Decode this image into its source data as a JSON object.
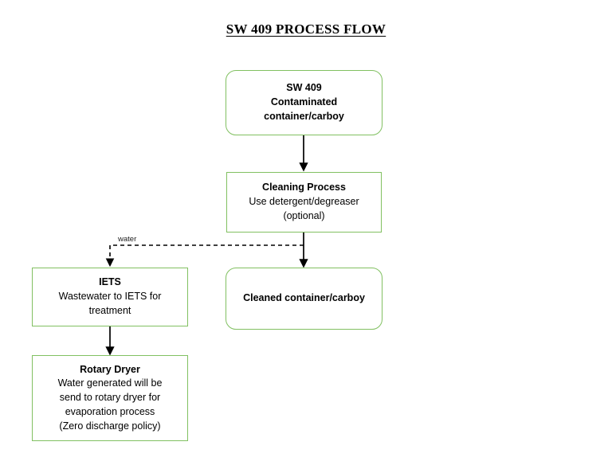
{
  "document": {
    "title": "SW 409 PROCESS FLOW"
  },
  "theme": {
    "box_border_color": "#81c061",
    "box_fill_color": "#ffffff",
    "connector_color": "#000000",
    "page_background": "#ffffff"
  },
  "diagram": {
    "type": "flowchart",
    "nodes": [
      {
        "id": "sw409",
        "shape": "rounded-rectangle",
        "heading": "SW 409",
        "lines": [
          "Contaminated",
          "container/carboy"
        ],
        "bold_all": true
      },
      {
        "id": "cleaning",
        "shape": "rectangle",
        "heading": "Cleaning Process",
        "lines": [
          "Use detergent/degreaser",
          "(optional)"
        ],
        "bold_all": false
      },
      {
        "id": "cleaned",
        "shape": "rounded-rectangle",
        "heading": "Cleaned container/carboy",
        "lines": [],
        "bold_all": true
      },
      {
        "id": "iets",
        "shape": "rectangle",
        "heading": "IETS",
        "lines": [
          "Wastewater to IETS for",
          "treatment"
        ],
        "bold_all": false
      },
      {
        "id": "rotary",
        "shape": "rectangle",
        "heading": "Rotary Dryer",
        "lines": [
          "Water generated will be",
          "send to rotary dryer for",
          "evaporation process",
          "(Zero discharge policy)"
        ],
        "bold_all": false
      }
    ],
    "edges": [
      {
        "id": "e1",
        "from": "sw409",
        "to": "cleaning",
        "style": "solid",
        "label": ""
      },
      {
        "id": "e2",
        "from": "cleaning",
        "to": "cleaned",
        "style": "solid",
        "label": ""
      },
      {
        "id": "e3",
        "from": "cleaning",
        "to": "iets",
        "style": "dashed",
        "label": "water"
      },
      {
        "id": "e4",
        "from": "iets",
        "to": "rotary",
        "style": "solid",
        "label": ""
      }
    ]
  }
}
